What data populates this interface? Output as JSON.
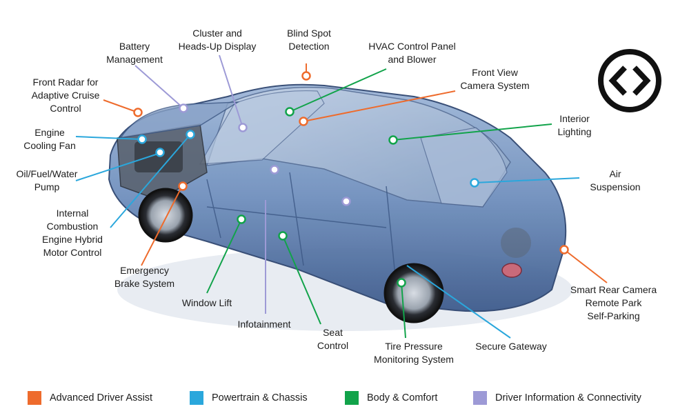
{
  "colors": {
    "adas": "#ee6b2c",
    "powertrain": "#2aa7dc",
    "body": "#11a34a",
    "info": "#9d9ad6"
  },
  "logo": {
    "icon": "angle-brackets-icon"
  },
  "labels": {
    "battery": [
      "Battery",
      "Management"
    ],
    "cluster": [
      "Cluster and",
      "Heads-Up Display"
    ],
    "blind_spot": [
      "Blind Spot",
      "Detection"
    ],
    "hvac": [
      "HVAC Control Panel",
      "and Blower"
    ],
    "front_view_cam": [
      "Front View",
      "Camera System"
    ],
    "front_radar": [
      "Front Radar for",
      "Adaptive Cruise",
      "Control"
    ],
    "engine_fan": [
      "Engine",
      "Cooling Fan"
    ],
    "interior_lighting": [
      "Interior",
      "Lighting"
    ],
    "oil_pump": [
      "Oil/Fuel/Water",
      "Pump"
    ],
    "air_suspension": [
      "Air",
      "Suspension"
    ],
    "ice_hybrid": [
      "Internal",
      "Combustion",
      "Engine Hybrid",
      "Motor Control"
    ],
    "emergency_brake": [
      "Emergency",
      "Brake System"
    ],
    "window_lift": [
      "Window Lift"
    ],
    "infotainment": [
      "Infotainment"
    ],
    "seat_control": [
      "Seat",
      "Control"
    ],
    "tire_pressure": [
      "Tire Pressure",
      "Monitoring System"
    ],
    "secure_gateway": [
      "Secure Gateway"
    ],
    "rear_camera": [
      "Smart Rear Camera",
      "Remote Park",
      "Self-Parking"
    ]
  },
  "legend": [
    {
      "label": "Advanced Driver Assist",
      "color": "#ee6b2c"
    },
    {
      "label": "Powertrain & Chassis",
      "color": "#2aa7dc"
    },
    {
      "label": "Body & Comfort",
      "color": "#11a34a"
    },
    {
      "label": "Driver Information & Connectivity",
      "color": "#9d9ad6"
    }
  ]
}
